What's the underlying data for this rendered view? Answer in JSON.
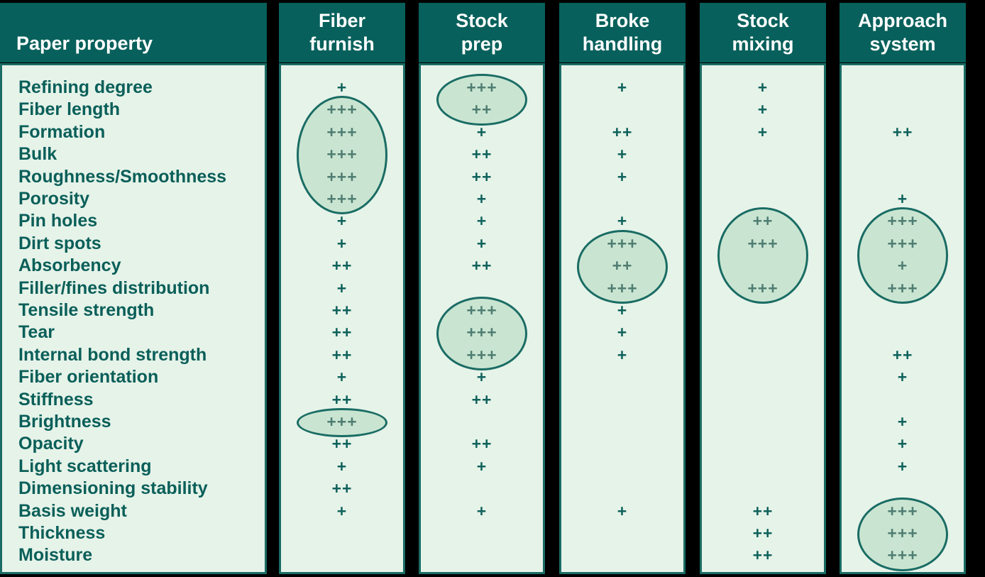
{
  "header": {
    "property": "Paper property",
    "columns": [
      [
        "Fiber",
        "furnish"
      ],
      [
        "Stock",
        "prep"
      ],
      [
        "Broke",
        "handling"
      ],
      [
        "Stock",
        "mixing"
      ],
      [
        "Approach",
        "system"
      ]
    ]
  },
  "properties": [
    "Refining degree",
    "Fiber length",
    "Formation",
    "Bulk",
    "Roughness/Smoothness",
    "Porosity",
    "Pin holes",
    "Dirt spots",
    "Absorbency",
    "Filler/fines distribution",
    "Tensile strength",
    "Tear",
    "Internal bond strength",
    "Fiber orientation",
    "Stiffness",
    "Brightness",
    "Opacity",
    "Light scattering",
    "Dimensioning stability",
    "Basis weight",
    "Thickness",
    "Moisture"
  ],
  "ratings": [
    [
      "+",
      "+++",
      "+",
      "+",
      ""
    ],
    [
      "+++",
      "++",
      "",
      "+",
      ""
    ],
    [
      "+++",
      "+",
      "++",
      "+",
      "++"
    ],
    [
      "+++",
      "++",
      "+",
      "",
      ""
    ],
    [
      "+++",
      "++",
      "+",
      "",
      ""
    ],
    [
      "+++",
      "+",
      "",
      "",
      "+"
    ],
    [
      "+",
      "+",
      "+",
      "++",
      "+++"
    ],
    [
      "+",
      "+",
      "+++",
      "+++",
      "+++"
    ],
    [
      "++",
      "++",
      "++",
      "",
      "+"
    ],
    [
      "+",
      "",
      "+++",
      "+++",
      "+++"
    ],
    [
      "++",
      "+++",
      "+",
      "",
      ""
    ],
    [
      "++",
      "+++",
      "+",
      "",
      ""
    ],
    [
      "++",
      "+++",
      "+",
      "",
      "++"
    ],
    [
      "+",
      "+",
      "",
      "",
      "+"
    ],
    [
      "++",
      "++",
      "",
      "",
      ""
    ],
    [
      "+++",
      "",
      "",
      "",
      "+"
    ],
    [
      "++",
      "++",
      "",
      "",
      "+"
    ],
    [
      "+",
      "+",
      "",
      "",
      "+"
    ],
    [
      "++",
      "",
      "",
      "",
      ""
    ],
    [
      "+",
      "+",
      "+",
      "++",
      "+++"
    ],
    [
      "",
      "",
      "",
      "++",
      "+++"
    ],
    [
      "",
      "",
      "",
      "++",
      "+++"
    ]
  ],
  "highlights": [
    {
      "column": 0,
      "from_row": 1,
      "to_row": 5
    },
    {
      "column": 0,
      "from_row": 15,
      "to_row": 15
    },
    {
      "column": 1,
      "from_row": 0,
      "to_row": 1
    },
    {
      "column": 1,
      "from_row": 10,
      "to_row": 12
    },
    {
      "column": 2,
      "from_row": 7,
      "to_row": 9
    },
    {
      "column": 3,
      "from_row": 6,
      "to_row": 9
    },
    {
      "column": 4,
      "from_row": 6,
      "to_row": 9
    },
    {
      "column": 4,
      "from_row": 19,
      "to_row": 21
    }
  ],
  "colors": {
    "header_bg": "#07605b",
    "body_bg": "#e6f3e9",
    "text": "#0a5f59",
    "oval_fill": "#c9e5d1",
    "border": "#1a6c64"
  }
}
